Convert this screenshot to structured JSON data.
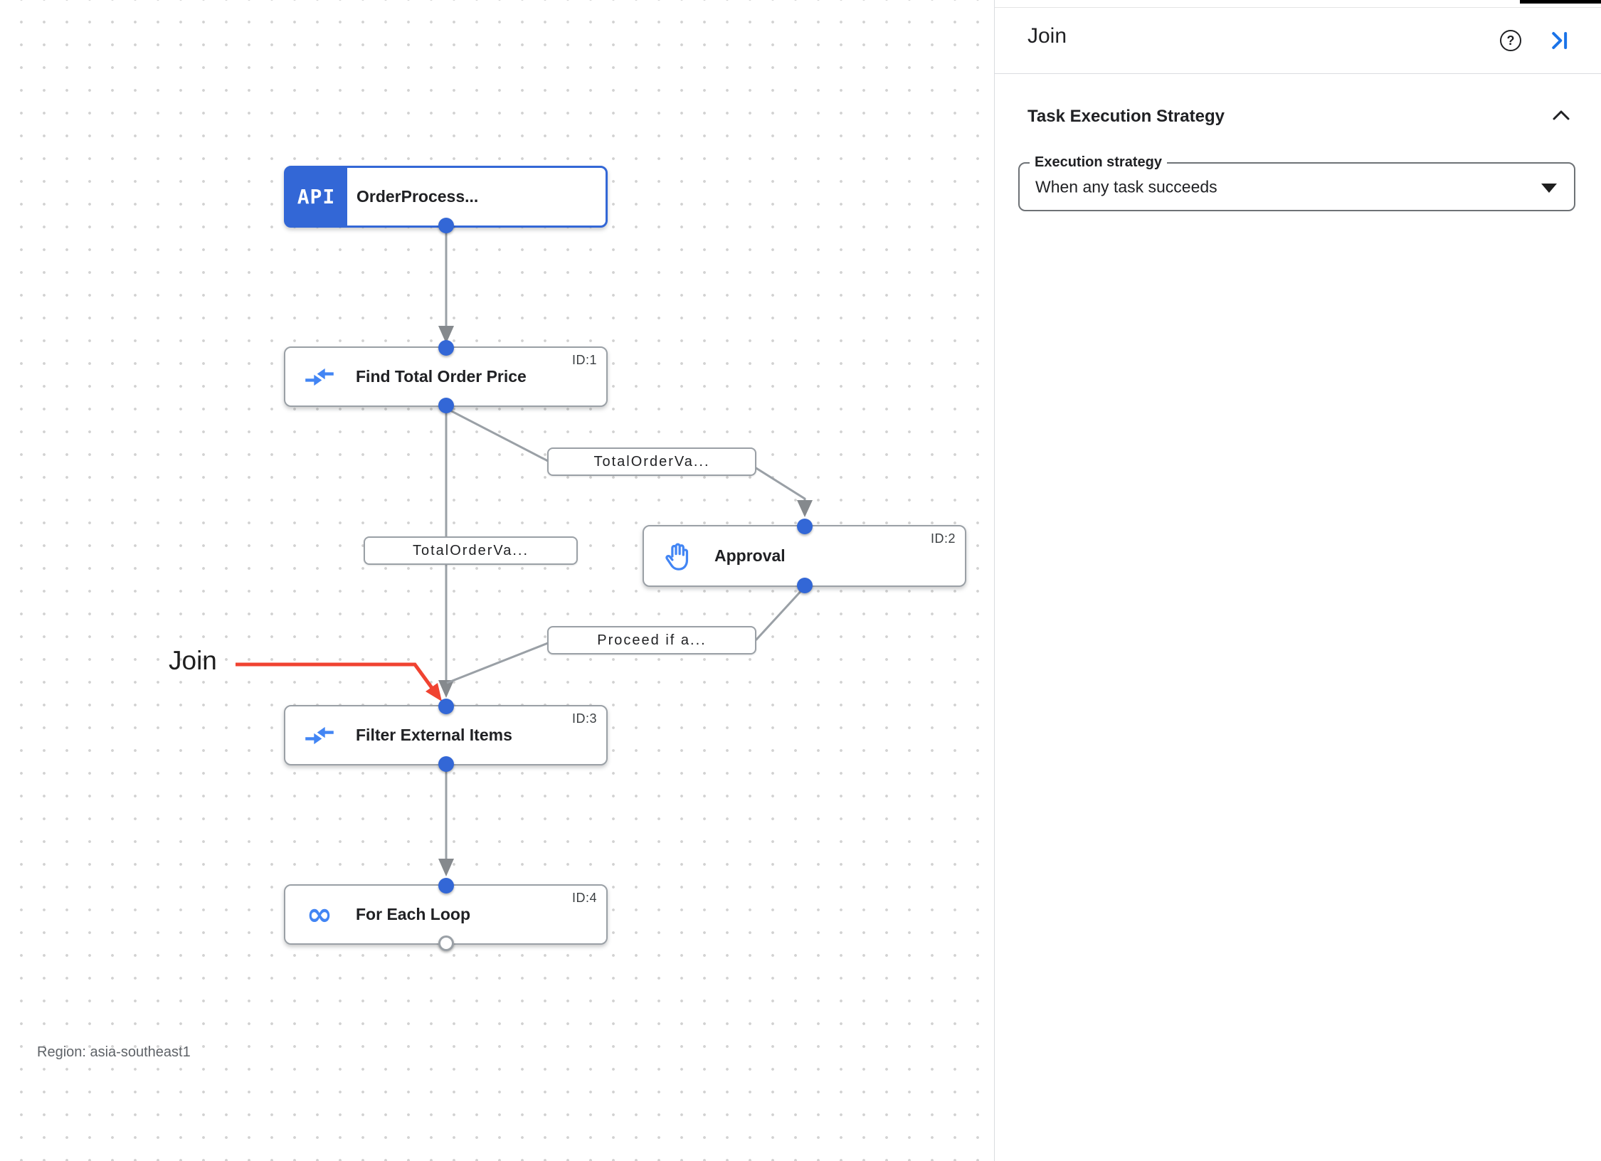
{
  "colors": {
    "accent_blue": "#3367d6",
    "icon_blue": "#4285f4",
    "panel_icon_blue": "#1a73e8",
    "edge_gray": "#9aa0a6",
    "annotation_red": "#f04331"
  },
  "icons": {
    "help_glyph": "?",
    "infinity_glyph": "∞"
  },
  "canvas": {
    "region_label": "Region: asia-southeast1",
    "annotation_label": "Join",
    "nodes": [
      {
        "title": "OrderProcess...",
        "badge": "API"
      },
      {
        "title": "Find Total Order Price",
        "id_label": "ID:1"
      },
      {
        "title": "Approval",
        "id_label": "ID:2"
      },
      {
        "title": "Filter External Items",
        "id_label": "ID:3"
      },
      {
        "title": "For Each Loop",
        "id_label": "ID:4"
      }
    ],
    "edge_labels": [
      "TotalOrderVa...",
      "TotalOrderVa...",
      "Proceed if a..."
    ]
  },
  "panel": {
    "title": "Join",
    "section_title": "Task Execution Strategy",
    "field_label": "Execution strategy",
    "field_value": "When any task succeeds"
  }
}
